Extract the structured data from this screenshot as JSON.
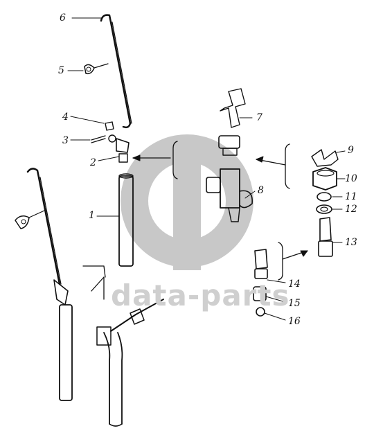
{
  "callouts": [
    "1",
    "2",
    "3",
    "4",
    "5",
    "6",
    "7",
    "8",
    "9",
    "10",
    "11",
    "12",
    "13",
    "14",
    "15",
    "16"
  ],
  "watermark": {
    "text": "data-parts",
    "color": "#c8c8c8"
  }
}
